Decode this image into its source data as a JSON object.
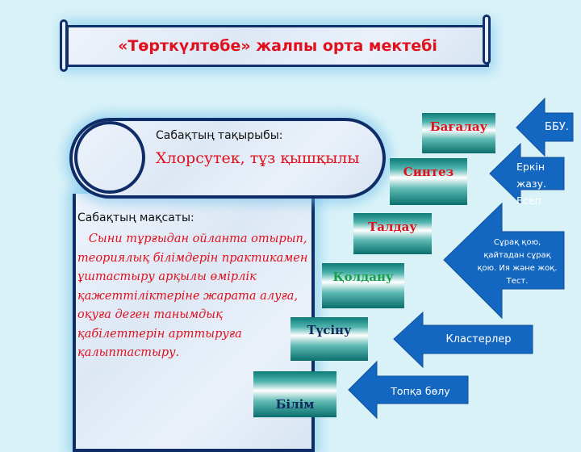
{
  "banner": {
    "title": "«Төрткүлтөбе»  жалпы орта мектебі"
  },
  "scroll": {
    "topic_label": "Сабақтың тақырыбы:",
    "topic": "Хлорсутек, тұз қышқылы",
    "goal_label": "Сабақтың мақсаты:",
    "goal": "   Сыни тұрғыдан ойланта отырып, теориялық білімдерін практикамен ұштастыру арқылы өмірлік қажеттіліктеріне жарата алуға, оқуға деген танымдық қабілеттерін арттыруға қалыптастыру."
  },
  "levels": [
    {
      "label": "Бағалау",
      "color": "#e0101c"
    },
    {
      "label": "Синтез",
      "color": "#e0101c"
    },
    {
      "label": "Талдау",
      "color": "#e0101c"
    },
    {
      "label": "Қолдану",
      "color": "#14a04a"
    },
    {
      "label": "Түсіну",
      "color": "#0e2a5c"
    },
    {
      "label": "Білім",
      "color": "#0e2a5c"
    }
  ],
  "arrows": [
    {
      "label": "ББУ."
    },
    {
      "label": "Еркін жазу. Есеп"
    },
    {
      "label": "Сұрақ қою, қайтадан сұрақ қою.  Ия және жоқ. Тест."
    },
    {
      "label": "Кластерлер"
    },
    {
      "label": "Топқа бөлу"
    }
  ],
  "colors": {
    "arrow": "#1467c0",
    "outline": "#0e2d66"
  }
}
